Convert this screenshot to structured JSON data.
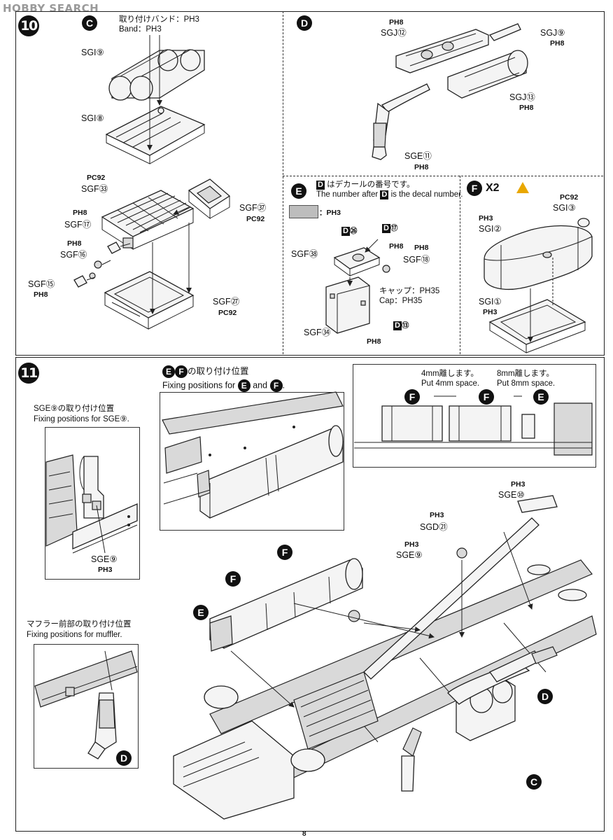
{
  "header": {
    "logo_text": "HOBBY SEARCH"
  },
  "footer": {
    "page_number": "8"
  },
  "step10": {
    "number": "10",
    "C": {
      "marker": "C",
      "band_label_ja": "取り付けバンド：PH3",
      "band_label_en": "Band：PH3",
      "parts": [
        "SGI⑨",
        "SGI⑧",
        "SGF㉝",
        "SGF⑰",
        "SGF⑯",
        "SGF⑮",
        "SGF㊲",
        "SGF㉗"
      ],
      "codes": [
        "PC92",
        "PH8",
        "PH8",
        "PH8",
        "PC92",
        "PC92"
      ]
    },
    "D": {
      "marker": "D",
      "parts": [
        "SGJ⑫",
        "SGJ⑨",
        "SGJ⑬",
        "SGE⑪"
      ],
      "codes": [
        "PH8",
        "PH8",
        "PH8",
        "PH8"
      ]
    },
    "E": {
      "marker": "E",
      "decal_note_ja": "はデカールの番号です。",
      "decal_note_en_1": "The number after",
      "decal_note_en_2": "is the decal number.",
      "decal_letter": "D",
      "swatch_code": "：PH3",
      "decals": [
        "㉖",
        "⑰",
        "⑬"
      ],
      "parts": [
        "SGF㊳",
        "SGF⑱",
        "SGF㉞"
      ],
      "codes": [
        "PH8",
        "PH8",
        "PH8"
      ],
      "cap_ja": "キャップ：PH35",
      "cap_en": "Cap：PH35"
    },
    "F": {
      "marker": "F",
      "quantity": "X2",
      "parts": [
        "SGI③",
        "SGI②",
        "SGI①"
      ],
      "codes": [
        "PC92",
        "PH3",
        "PH3"
      ]
    }
  },
  "step11": {
    "number": "11",
    "sge9_title_ja": "SGE⑨の取り付け位置",
    "sge9_title_en": "Fixing positions for SGE⑨.",
    "sge9_part": "SGE⑨",
    "sge9_code": "PH3",
    "ef_title_ja": "の取り付け位置",
    "ef_title_en_1": "Fixing positions for",
    "ef_title_en_and": "and",
    "space4_ja": "4mm離します。",
    "space4_en": "Put 4mm space.",
    "space8_ja": "8mm離します。",
    "space8_en": "Put 8mm space.",
    "muffler_title_ja": "マフラー前部の取り付け位置",
    "muffler_title_en": "Fixing positions for muffler.",
    "main_parts": [
      "SGE⑩",
      "SGD㉑",
      "SGE⑨"
    ],
    "main_codes": [
      "PH3",
      "PH3",
      "PH3"
    ],
    "markers": [
      "E",
      "F",
      "F",
      "E",
      "F",
      "F",
      "D",
      "C",
      "D"
    ]
  }
}
